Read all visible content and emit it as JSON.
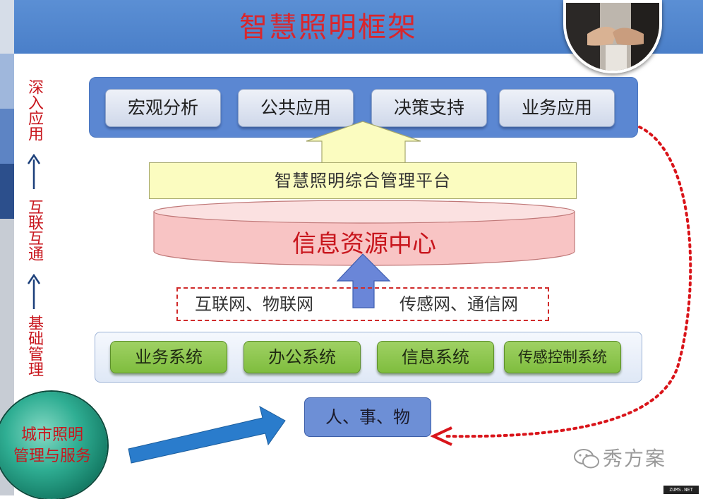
{
  "title": "智慧照明框架",
  "side_labels": {
    "deep_application": "深入应用",
    "interconnect": "互联互通",
    "basic_management": "基础管理"
  },
  "applications": [
    "宏观分析",
    "公共应用",
    "决策支持",
    "业务应用"
  ],
  "platform": "智慧照明综合管理平台",
  "resource_center": "信息资源中心",
  "networks": [
    "互联网、物联网",
    "传感网、通信网"
  ],
  "systems": [
    "业务系统",
    "办公系统",
    "信息系统",
    "传感控制系统"
  ],
  "foundation": "人、事、物",
  "city": {
    "line1": "城市照明",
    "line2": "管理与服务"
  },
  "watermark": "秀方案",
  "corner_tag": "ZUMS.NET",
  "colors": {
    "banner": "#4a7fc9",
    "title_red": "#d9262c",
    "label_red": "#c8161d",
    "app_panel": "#5b87d2",
    "platform_fill": "#fbfcc0",
    "cylinder_fill": "#f8c4c4",
    "system_green": "#8cc54a",
    "foundation_blue": "#6d8fd6",
    "arrow_blue": "#6a86d8",
    "dashed_red": "#d02a2a"
  },
  "icons": [
    "handshake-photo",
    "up-arrow-icon",
    "right-arrow-icon",
    "wechat-icon"
  ]
}
